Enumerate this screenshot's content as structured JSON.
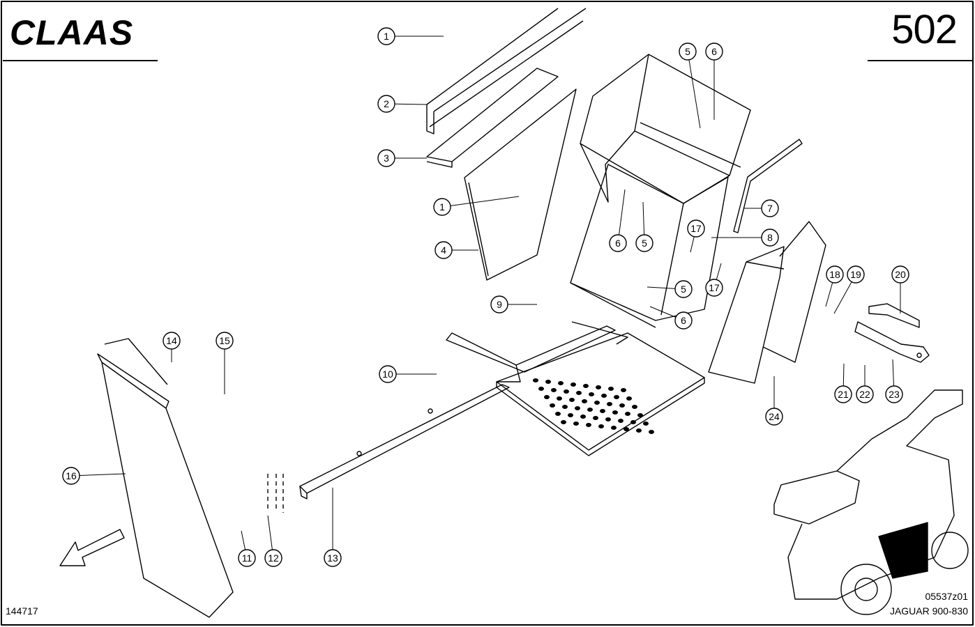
{
  "header": {
    "brand": "CLAAS",
    "page_number": "502"
  },
  "footer": {
    "drawing_no": "144717",
    "figure_ref": "05537z01",
    "model": "JAGUAR 900-830"
  },
  "callouts": {
    "c1a": "1",
    "c1b": "1",
    "c2": "2",
    "c3": "3",
    "c4": "4",
    "c5a": "5",
    "c5b": "5",
    "c5c": "5",
    "c6a": "6",
    "c6b": "6",
    "c6c": "6",
    "c7": "7",
    "c8": "8",
    "c9": "9",
    "c10": "10",
    "c11": "11",
    "c12": "12",
    "c13": "13",
    "c14": "14",
    "c15": "15",
    "c16": "16",
    "c17a": "17",
    "c17b": "17",
    "c18": "18",
    "c19": "19",
    "c20": "20",
    "c21": "21",
    "c22": "22",
    "c23": "23",
    "c24": "24"
  }
}
